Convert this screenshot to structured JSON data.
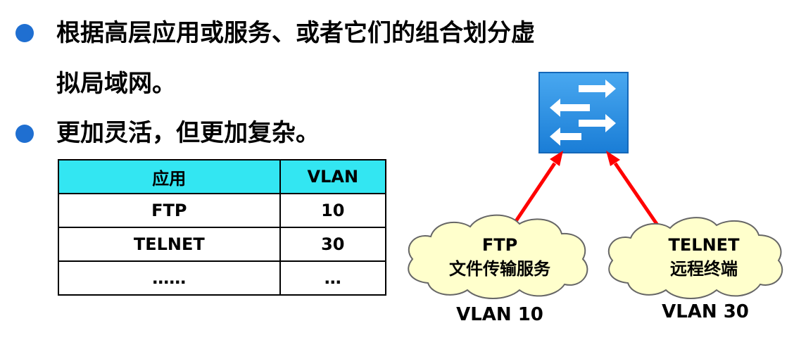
{
  "bullets": [
    {
      "line1": "根据高层应用或服务、或者它们的组合划分虚",
      "line2": "拟局域网。"
    },
    {
      "line1": "更加灵活，但更加复杂。"
    }
  ],
  "table": {
    "headers": [
      "应用",
      "VLAN"
    ],
    "rows": [
      [
        "FTP",
        "10"
      ],
      [
        "TELNET",
        "30"
      ],
      [
        "……",
        "…"
      ]
    ]
  },
  "diagram": {
    "cloud_left": {
      "line1": "FTP",
      "line2": "文件传输服务",
      "vlan": "VLAN 10"
    },
    "cloud_right": {
      "line1": "TELNET",
      "line2": "远程终端",
      "vlan": "VLAN 30"
    }
  },
  "colors": {
    "bullet": "#1f6fd1",
    "table_header": "#33e6f2",
    "switch": "#2a8ee0",
    "cloud": "#ffffcc",
    "arrow": "#ff0000"
  }
}
